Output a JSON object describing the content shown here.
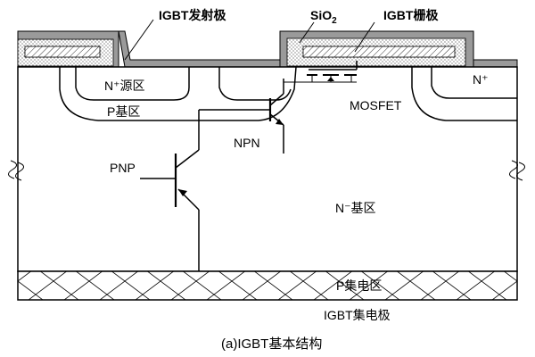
{
  "labels": {
    "emitter": "IGBT发射极",
    "sio2_main": "SiO",
    "sio2_sub": "2",
    "gate": "IGBT栅极",
    "n_source": "N⁺源区",
    "n_plus_right": "N⁺",
    "p_base": "P基区",
    "mosfet": "MOSFET",
    "npn": "NPN",
    "pnp": "PNP",
    "n_base": "N⁻基区",
    "p_collector_region": "P集电区",
    "collector": "IGBT集电极",
    "caption": "(a)IGBT基本结构"
  }
}
